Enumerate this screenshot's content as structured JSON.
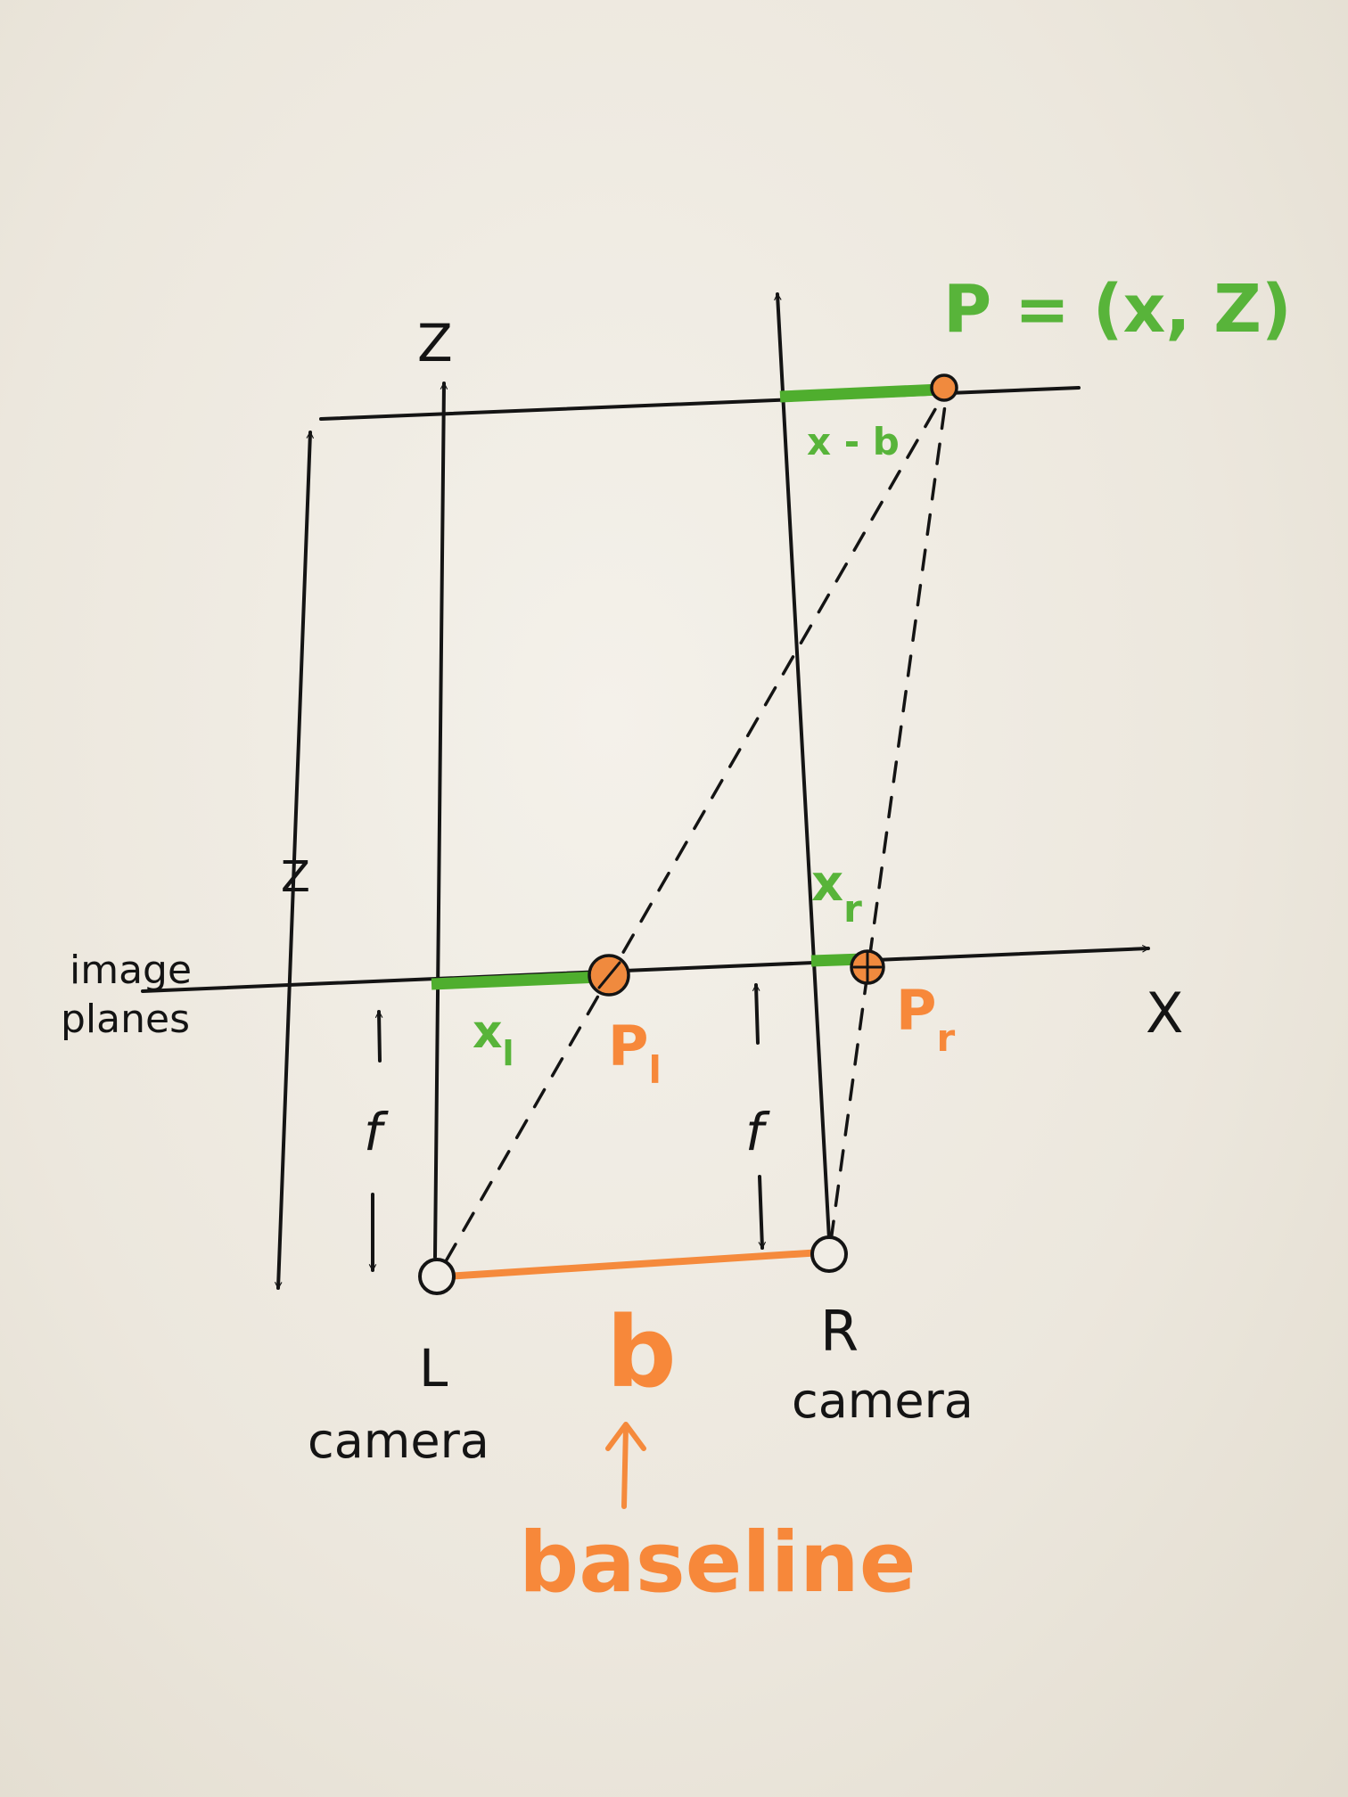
{
  "labels": {
    "z_axis": "Z",
    "x_axis": "X",
    "point": "P = (x, Z)",
    "x_minus_b": "x - b",
    "depth": "Z",
    "image_planes_line1": "image",
    "image_planes_line2": "planes",
    "x_left": "x",
    "x_left_sub": "l",
    "p_left": "P",
    "p_left_sub": "l",
    "x_right": "x",
    "x_right_sub": "r",
    "p_right": "P",
    "p_right_sub": "r",
    "focal_left": "f",
    "focal_right": "f",
    "left_cam_letter": "L",
    "left_cam_word": "camera",
    "right_cam_letter": "R",
    "right_cam_word": "camera",
    "baseline_letter": "b",
    "baseline_word": "baseline"
  },
  "colors": {
    "ink": "#141414",
    "green": "#4fae2e",
    "orange": "#f58a3c",
    "paper": "#f1ede5"
  }
}
